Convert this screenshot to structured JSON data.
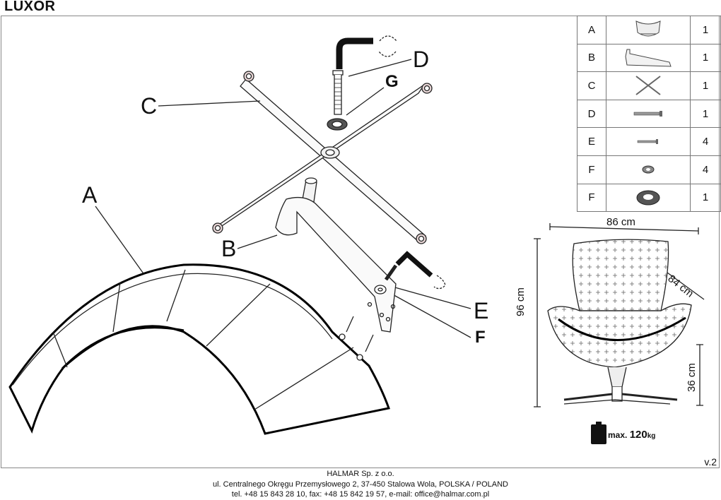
{
  "header": {
    "title": "LUXOR"
  },
  "parts_table": [
    {
      "letter": "A",
      "icon": "seat-shell-icon",
      "qty": "1"
    },
    {
      "letter": "B",
      "icon": "base-bracket-icon",
      "qty": "1"
    },
    {
      "letter": "C",
      "icon": "cross-base-icon",
      "qty": "1"
    },
    {
      "letter": "D",
      "icon": "long-bolt-icon",
      "qty": "1"
    },
    {
      "letter": "E",
      "icon": "short-bolt-icon",
      "qty": "4"
    },
    {
      "letter": "F",
      "icon": "small-washer-icon",
      "qty": "4"
    },
    {
      "letter": "F",
      "icon": "large-washer-icon",
      "qty": "1"
    }
  ],
  "diagram_labels": {
    "a": "A",
    "b": "B",
    "c": "C",
    "d": "D",
    "e": "E",
    "f": "F",
    "g": "G"
  },
  "dimensions": {
    "width": "86 cm",
    "height": "96 cm",
    "depth": "84 cm",
    "seat_height": "36 cm"
  },
  "weight": {
    "prefix": "max.",
    "value": "120",
    "unit": "kg"
  },
  "version": "v.2",
  "footer": {
    "company": "HALMAR Sp. z o.o.",
    "address": "ul. Centralnego Okręgu Przemysłowego 2, 37-450 Stalowa Wola, POLSKA / POLAND",
    "contact": "tel. +48 15 843 28 10, fax: +48 15 842 19 57, e-mail: office@halmar.com.pl"
  }
}
